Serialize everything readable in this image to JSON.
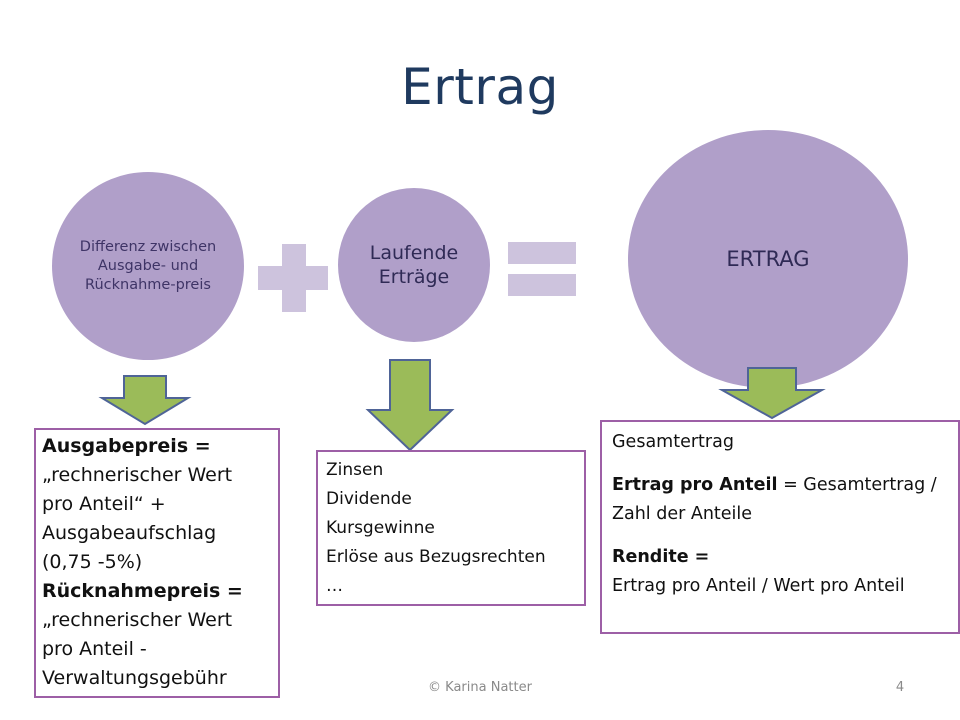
{
  "slide": {
    "title": "Ertrag",
    "circles": {
      "difference": "Differenz zwischen Ausgabe- und Rücknahme-preis",
      "running": "Laufende Erträge",
      "total": "ERTRAG"
    },
    "boxes": {
      "left": {
        "ausgabepreis_label": "Ausgabepreis =",
        "ausgabepreis_line1": "„rechnerischer Wert",
        "ausgabepreis_line2": "pro Anteil“ +",
        "ausgabepreis_line3": "Ausgabeaufschlag",
        "ausgabepreis_line4": "(0,75 -5%)",
        "ruecknahme_label": "Rücknahmepreis =",
        "ruecknahme_line1": "„rechnerischer Wert",
        "ruecknahme_line2": "pro Anteil -",
        "ruecknahme_line3": "Verwaltungsgebühr"
      },
      "middle": {
        "items": [
          "Zinsen",
          "Dividende",
          "Kursgewinne",
          "Erlöse aus Bezugsrechten",
          "…"
        ]
      },
      "right": {
        "line1": "Gesamtertrag",
        "ertrag_label": "Ertrag pro Anteil",
        "ertrag_rest": " = Gesamtertrag /",
        "ertrag_line2": "Zahl der Anteile",
        "rendite_label": "Rendite =",
        "rendite_line": "Ertrag pro Anteil / Wert pro Anteil"
      }
    },
    "footer": {
      "copyright": "© Karina Natter",
      "page_number": "4"
    },
    "colors": {
      "title": "#1f3a5f",
      "circle": "#b09fc9",
      "operator": "#cdc3dd",
      "arrow_fill": "#9bbb59",
      "arrow_stroke": "#4f6497",
      "box_border": "#9d5fa6"
    },
    "icons": [
      "plus-icon",
      "equals-icon",
      "down-arrow-icon"
    ]
  }
}
